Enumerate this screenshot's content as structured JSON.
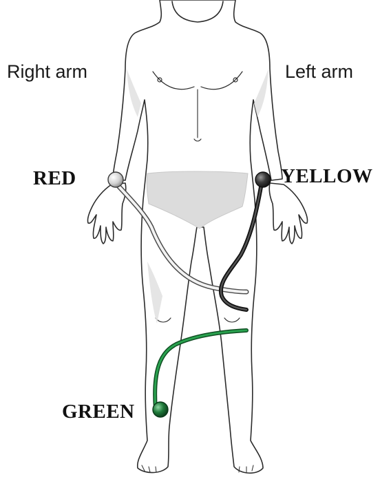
{
  "labels": {
    "right_arm": "Right arm",
    "left_arm": "Left arm",
    "red": "RED",
    "yellow": "YELLOW",
    "green": "GREEN"
  },
  "colors": {
    "skin_fill": "#ffffff",
    "outline": "#2b2b2b",
    "shade": "#d9d9d9",
    "underwear": "#dcdcdc",
    "red_electrode": "#d6d6d6",
    "yellow_electrode": "#3a3a3a",
    "green_electrode": "#1f7a3a",
    "green_lead": "#1f8a3f",
    "yellow_lead": "#333333",
    "red_lead": "#e6e6e6"
  },
  "icons": {
    "figure": "human-body-front",
    "electrode": "electrode-snap"
  }
}
